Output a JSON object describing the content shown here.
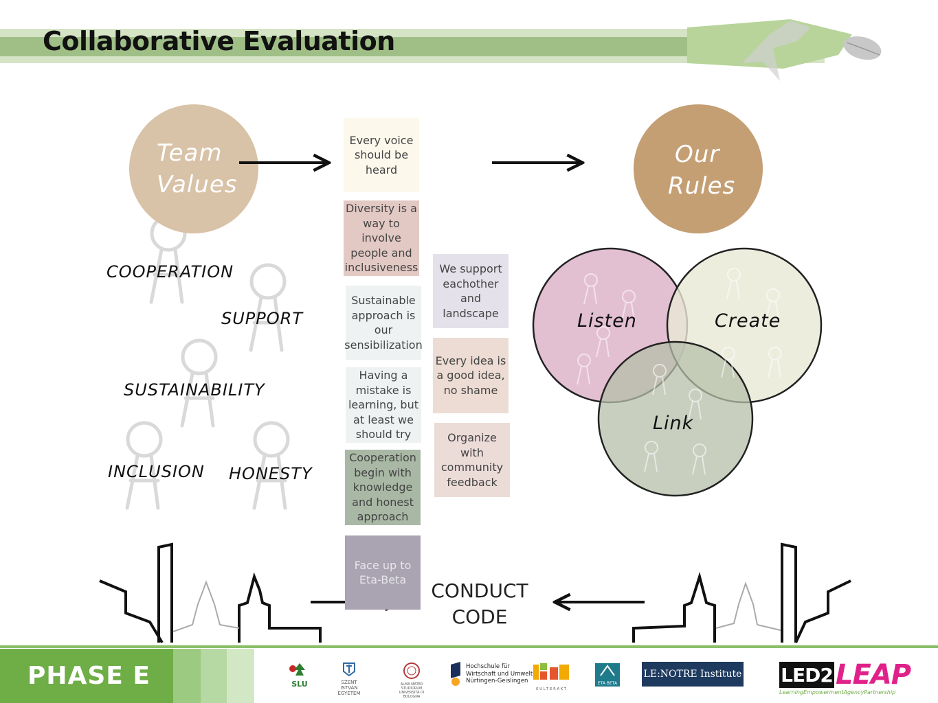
{
  "title": "Collaborative Evaluation",
  "team_values_title": [
    "Team",
    "Values"
  ],
  "our_rules_title": [
    "Our",
    "Rules"
  ],
  "values": [
    "COOPERATION",
    "SUPPORT",
    "SUSTAINABILITY",
    "INCLUSION",
    "HONESTY"
  ],
  "notes": [
    "Every voice should be heard",
    "Diversity is a way to involve people and inclusiveness",
    "Sustainable approach is our sensibilization",
    "Having a mistake is learning, but at least we should try",
    "Cooperation begin with knowledge and honest approach",
    "Face up to Eta-Beta",
    "We support eachother and landscape",
    "Every idea is a good idea, no shame",
    "Organize with community feedback"
  ],
  "venn": [
    "Listen",
    "Create",
    "Link"
  ],
  "conduct": [
    "CONDUCT",
    "CODE"
  ],
  "footer": {
    "phase": "PHASE  E",
    "logos": {
      "slu": "SLU",
      "szent": "SZENT ISTVÁN EGYETEM",
      "alma": "ALMA MATER STUDIORUM UNIVERSITÀ DI BOLOGNA",
      "hfwu": [
        "Hochschule für",
        "Wirtschaft und Umwelt",
        "Nürtingen-Geislingen"
      ],
      "kultera": "KULTERAKT",
      "etabeta": "ETA BETA",
      "lenotre": "LE:NOTRE Institute",
      "led2": "LED2",
      "leap": "LEAP",
      "leap_sub": "LearningEmpowermentAgencyPartnership"
    }
  },
  "colors": {
    "team_circle": "#d8c3a8",
    "rules_circle": "#c49f74",
    "listen": "#e2bcd0",
    "create": "#e9e9d6",
    "link": "#c2c8b8",
    "phase_green": "#6fad46"
  }
}
